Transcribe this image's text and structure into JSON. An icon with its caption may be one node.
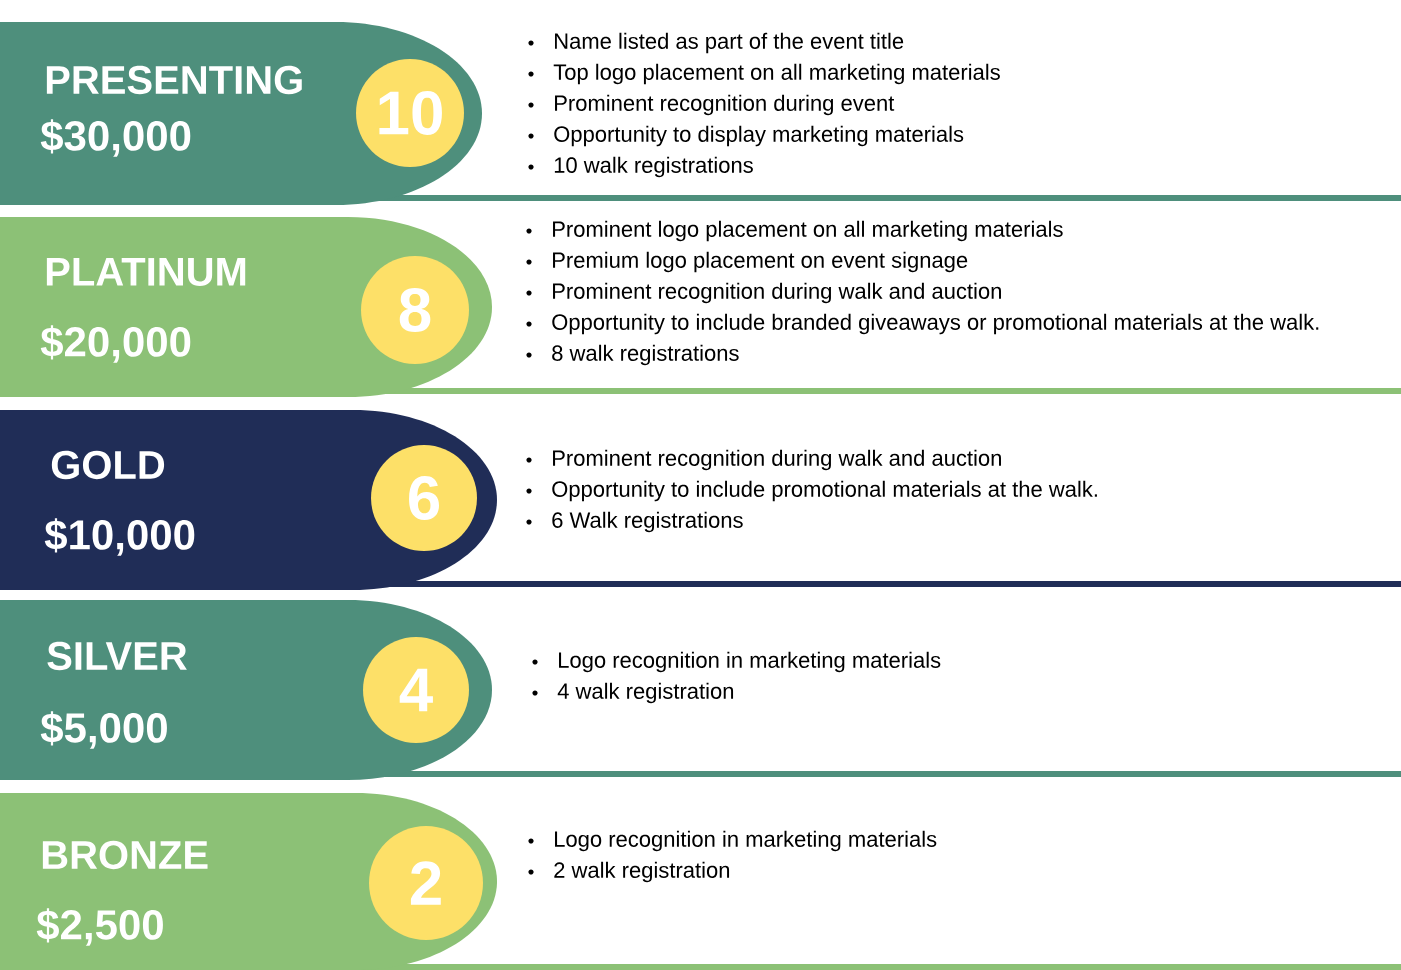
{
  "diagram": {
    "nodes": [
      {
        "text": [
          "PRESENTING",
          "$30,000"
        ],
        "beside": [
          "Name listed as part of the event title",
          "Top logo placement on all marketing materials",
          "Prominent recognition during event",
          "Opportunity to display marketing materials",
          "10 walk registrations"
        ]
      },
      {
        "text": [
          "10"
        ],
        "in": 0
      },
      {
        "text": [
          "PLATINUM",
          "$20,000"
        ],
        "beside": [
          "Prominent logo placement on all marketing materials",
          "Premium logo placement on event signage",
          "Prominent recognition during walk and auction",
          "Opportunity to include branded giveaways or promotional materials at the walk.",
          "8 walk registrations"
        ]
      },
      {
        "text": [
          "8"
        ],
        "in": 2
      },
      {
        "text": [
          "GOLD",
          "$10,000"
        ],
        "beside": [
          "Prominent recognition during walk and auction",
          "Opportunity to include promotional materials at the walk.",
          "6 Walk registrations"
        ]
      },
      {
        "text": [
          "6"
        ],
        "in": 4
      },
      {
        "text": [
          "SILVER",
          "$5,000"
        ],
        "beside": [
          "Logo recognition in marketing materials",
          "4 walk registration"
        ]
      },
      {
        "text": [
          "4"
        ],
        "in": 6
      },
      {
        "text": [
          "BRONZE",
          "$2,500"
        ],
        "beside": [
          "Logo recognition in marketing materials",
          "2 walk registration"
        ]
      },
      {
        "text": [
          "2"
        ],
        "in": 8
      }
    ]
  }
}
